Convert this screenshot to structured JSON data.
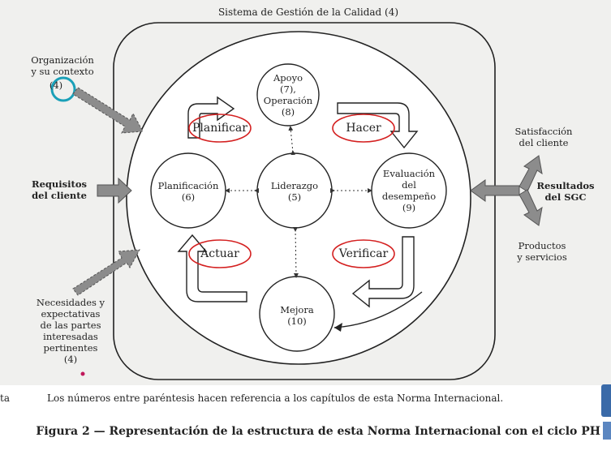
{
  "diagram": {
    "system_title": "Sistema de Gestión de la Calidad (4)",
    "nodes": {
      "apoyo": [
        "Apoyo",
        "(7),",
        "Operación",
        "(8)"
      ],
      "planificacion": [
        "Planificación",
        "(6)"
      ],
      "liderazgo": [
        "Liderazgo",
        "(5)"
      ],
      "evaluacion": [
        "Evaluación",
        "del",
        "desempeño",
        "(9)"
      ],
      "mejora": [
        "Mejora",
        "(10)"
      ]
    },
    "pdca": {
      "planificar": "Planificar",
      "hacer": "Hacer",
      "actuar": "Actuar",
      "verificar": "Verificar"
    },
    "inputs": {
      "organizacion": [
        "Organización",
        "y su contexto",
        "(4)"
      ],
      "requisitos": [
        "Requisitos",
        "del cliente"
      ],
      "necesidades": [
        "Necesidades y",
        "expectativas",
        "de las partes",
        "interesadas",
        "pertinentes",
        "(4)"
      ]
    },
    "outputs": {
      "satisfaccion": [
        "Satisfacción",
        "del cliente"
      ],
      "resultados": [
        "Resultados",
        "del SGC"
      ],
      "productos": [
        "Productos",
        "y servicios"
      ]
    },
    "colors": {
      "highlight_red": "#d42020",
      "highlight_teal": "#1aa0b8",
      "arrow_gray": "#8a8a8a"
    }
  },
  "note": {
    "prefix": "ta",
    "text": "Los números entre paréntesis hacen referencia a los capítulos de esta Norma Internacional."
  },
  "caption": "Figura 2 — Representación de la estructura de esta Norma Internacional con el ciclo PH"
}
